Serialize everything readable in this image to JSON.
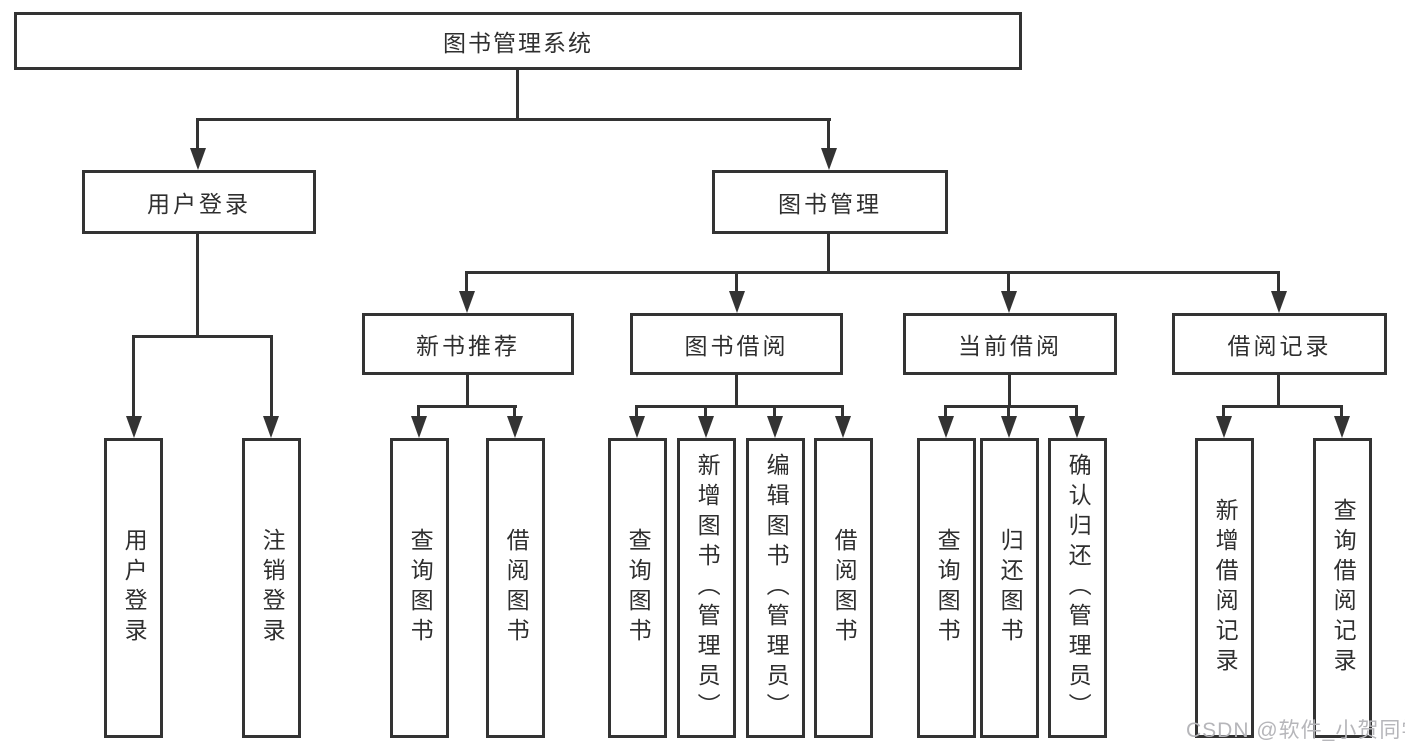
{
  "nodes": {
    "root": "图书管理系统",
    "login": "用户登录",
    "management": "图书管理",
    "newBooks": "新书推荐",
    "borrowing": "图书借阅",
    "currentBorrow": "当前借阅",
    "records": "借阅记录"
  },
  "leaves": {
    "login": [
      "用户登录",
      "注销登录"
    ],
    "newBooks": [
      "查询图书",
      "借阅图书"
    ],
    "borrowing": [
      "查询图书",
      "新增图书（管理员）",
      "编辑图书（管理员）",
      "借阅图书"
    ],
    "currentBorrow": [
      "查询图书",
      "归还图书",
      "确认归还（管理员）"
    ],
    "records": [
      "新增借阅记录",
      "查询借阅记录"
    ]
  },
  "watermark": "CSDN @软件_小贺同学",
  "colors": {
    "line": "#333333",
    "text": "#2f2f2f",
    "watermark": "#b6b6ba",
    "background": "#ffffff"
  }
}
